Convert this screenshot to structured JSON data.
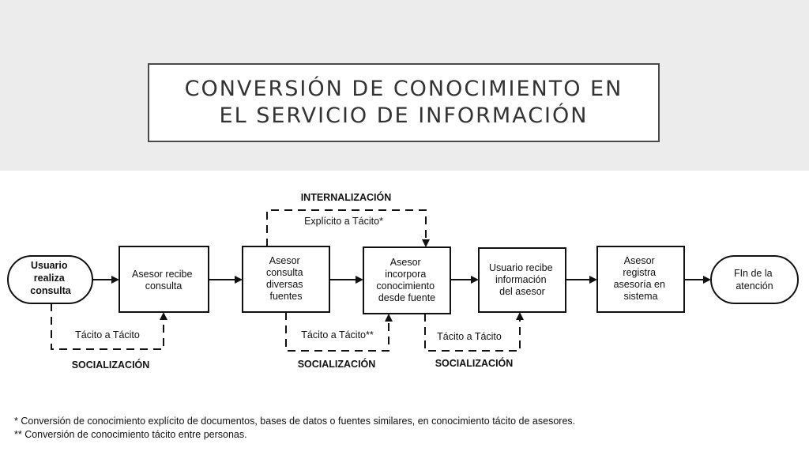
{
  "title": {
    "line1": "CONVERSIÓN DE CONOCIMIENTO EN",
    "line2": "EL SERVICIO DE INFORMACIÓN"
  },
  "nodes": [
    {
      "id": "n1",
      "shape": "rounded",
      "lines": [
        "Usuario",
        "realiza",
        "consulta"
      ]
    },
    {
      "id": "n2",
      "shape": "rect",
      "lines": [
        "Asesor recibe",
        "consulta"
      ]
    },
    {
      "id": "n3",
      "shape": "rect",
      "lines": [
        "Asesor",
        "consulta",
        "diversas",
        "fuentes"
      ]
    },
    {
      "id": "n4",
      "shape": "rect",
      "lines": [
        "Asesor",
        "incorpora",
        "conocimiento",
        "desde fuente"
      ]
    },
    {
      "id": "n5",
      "shape": "rect",
      "lines": [
        "Usuario recibe",
        "información",
        "del asesor"
      ]
    },
    {
      "id": "n6",
      "shape": "rect",
      "lines": [
        "Asesor",
        "registra",
        "asesoría en",
        "sistema"
      ]
    },
    {
      "id": "n7",
      "shape": "rounded",
      "lines": [
        "FIn de la",
        "atención"
      ]
    }
  ],
  "labels": {
    "internalizacion": "INTERNALIZACIÓN",
    "explicito_tacito": "Explícito a Tácito*",
    "tacito1": "Tácito a Tácito",
    "tacito2": "Tácito a Tácito**",
    "tacito3": "Tácito a Tácito",
    "socializacion1": "SOCIALIZACIÓN",
    "socializacion2": "SOCIALIZACIÓN",
    "socializacion3": "SOCIALIZACIÓN"
  },
  "footnotes": {
    "note1": "*  Conversión de conocimiento explícito de documentos, bases de datos o fuentes similares, en conocimiento tácito de asesores.",
    "note2": "** Conversión de conocimiento tácito entre personas."
  }
}
